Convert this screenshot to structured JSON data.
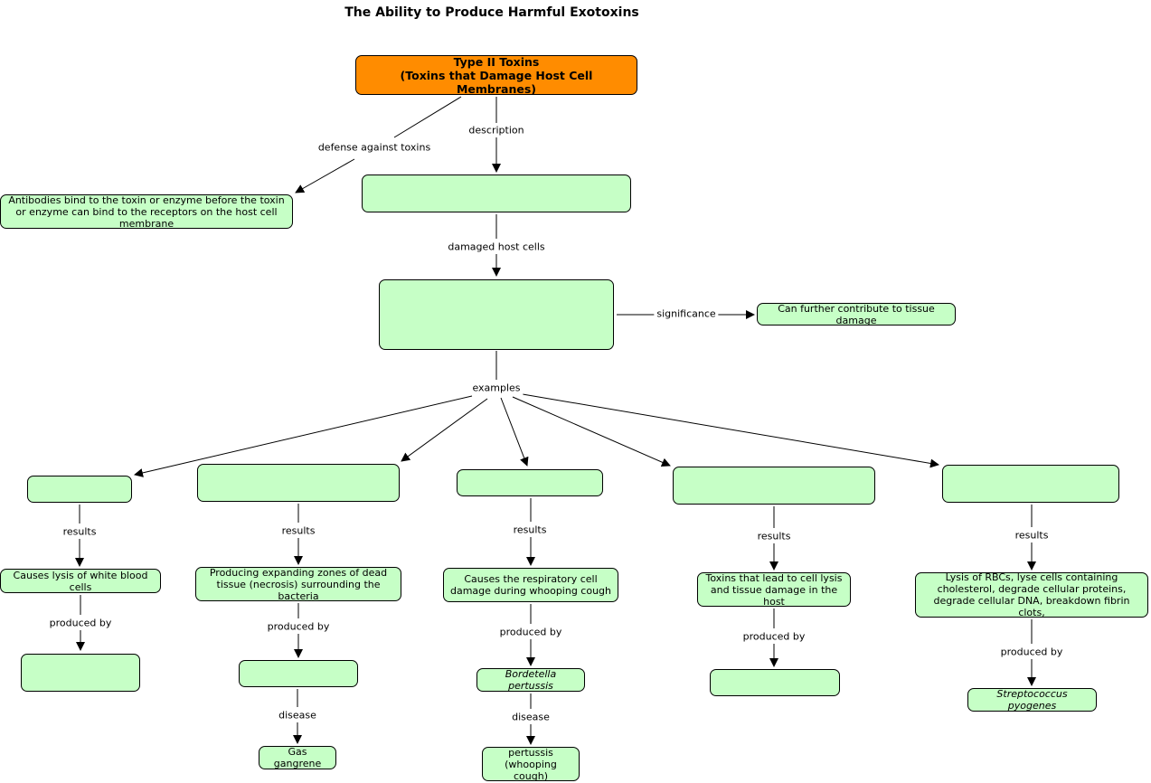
{
  "title": "The Ability to Produce Harmful Exotoxins",
  "nodes": {
    "root": "Type II Toxins\n(Toxins that Damage Host Cell Membranes)",
    "antibodies": "Antibodies bind to the toxin or enzyme before the toxin or enzyme can bind to the receptors on the host cell membrane",
    "description": "",
    "damaged": "",
    "tissue": "Can further contribute to tissue damage",
    "ex1": "",
    "ex2": "",
    "ex3": "",
    "ex4": "",
    "ex5": "",
    "res1": "Causes lysis of white blood cells",
    "res2": "Producing expanding zones of dead tissue (necrosis) surrounding the bacteria",
    "res3": "Causes the respiratory cell damage during whooping cough",
    "res4": "Toxins that lead to cell lysis and tissue damage in the host",
    "res5": "Lysis of RBCs, lyse cells containing cholesterol, degrade cellular proteins, degrade cellular DNA, breakdown fibrin clots,",
    "org1": "",
    "org2": "",
    "org3": "Bordetella pertussis",
    "org4": "",
    "org5": "Streptococcus pyogenes",
    "dis2": "Gas gangrene",
    "dis3": "pertussis\n(whooping cough)"
  },
  "links": {
    "defense": "defense against toxins",
    "description": "description",
    "damaged": "damaged host cells",
    "significance": "significance",
    "examples": "examples",
    "results": "results",
    "produced_by": "produced by",
    "disease": "disease"
  }
}
